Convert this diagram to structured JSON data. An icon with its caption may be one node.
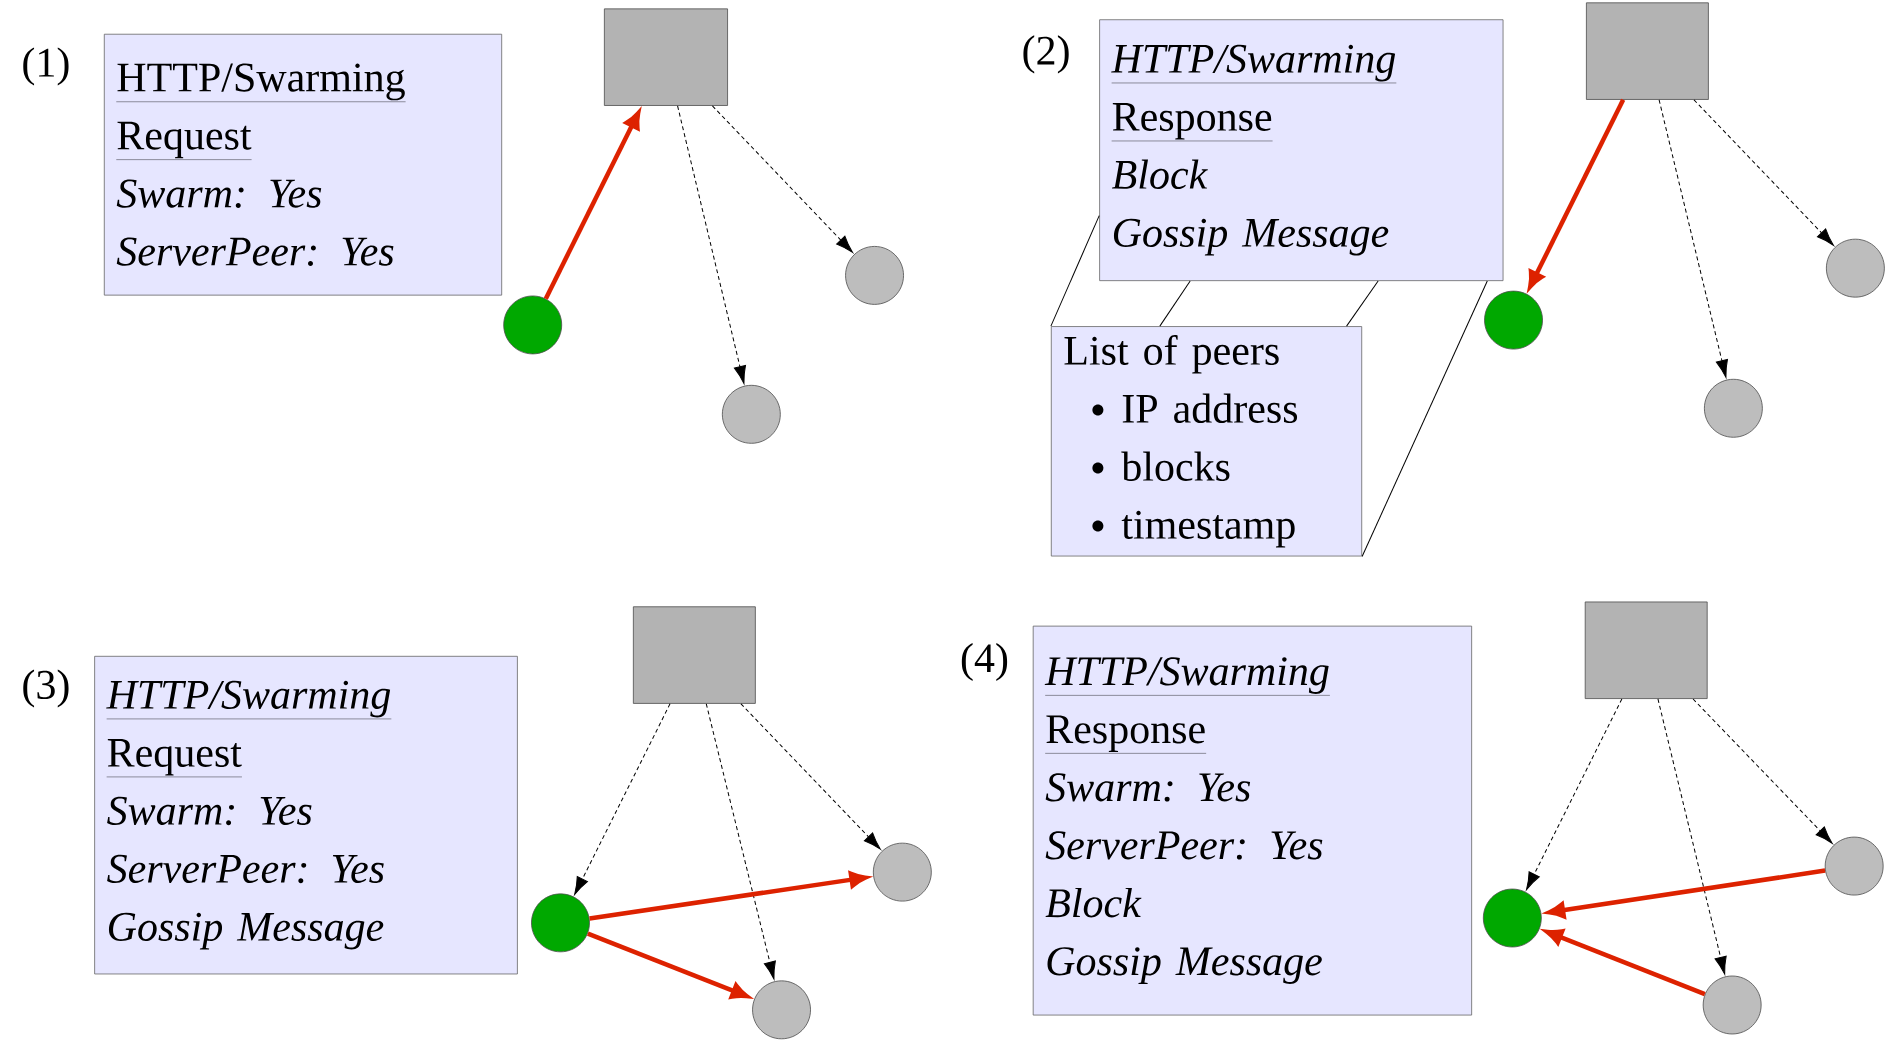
{
  "diagram": {
    "nodes": [
      {
        "text": [
          "HTTP/Swarming",
          "Request",
          "Swarm: Yes",
          "ServerPeer: Yes"
        ],
        "beside": [
          "(1)"
        ]
      },
      {
        "text": [],
        "shape": "box"
      },
      {
        "text": [],
        "shape": "circle"
      },
      {
        "text": [],
        "shape": "circle"
      },
      {
        "text": [],
        "shape": "circle"
      },
      {
        "text": [
          "HTTP/Swarming",
          "Response",
          "Block",
          "Gossip Message"
        ],
        "beside": [
          "(2)"
        ]
      },
      {
        "text": [
          "List of peers",
          "IP address",
          "blocks",
          "timestamp"
        ]
      },
      {
        "text": [],
        "shape": "box"
      },
      {
        "text": [],
        "shape": "circle"
      },
      {
        "text": [],
        "shape": "circle"
      },
      {
        "text": [],
        "shape": "circle"
      },
      {
        "text": [
          "HTTP/Swarming",
          "Request",
          "Swarm: Yes",
          "ServerPeer: Yes",
          "Gossip Message"
        ],
        "beside": [
          "(3)"
        ]
      },
      {
        "text": [],
        "shape": "box"
      },
      {
        "text": [],
        "shape": "circle"
      },
      {
        "text": [],
        "shape": "circle"
      },
      {
        "text": [],
        "shape": "circle"
      },
      {
        "text": [
          "HTTP/Swarming",
          "Response",
          "Swarm: Yes",
          "ServerPeer: Yes",
          "Block",
          "Gossip Message"
        ],
        "beside": [
          "(4)"
        ]
      },
      {
        "text": [],
        "shape": "box"
      },
      {
        "text": [],
        "shape": "circle"
      },
      {
        "text": [],
        "shape": "circle"
      },
      {
        "text": [],
        "shape": "circle"
      }
    ],
    "edges": [
      {
        "from": 2,
        "to": 1,
        "arrow": "to",
        "style": "thick",
        "color": "#dd2200"
      },
      {
        "from": 1,
        "to": 3,
        "arrow": "to",
        "style": "dashed"
      },
      {
        "from": 1,
        "to": 4,
        "arrow": "to",
        "style": "dashed"
      },
      {
        "from": 5,
        "to": 6,
        "arrow": "none"
      },
      {
        "from": 5,
        "to": 6,
        "arrow": "none"
      },
      {
        "from": 5,
        "to": 6,
        "arrow": "none"
      },
      {
        "from": 5,
        "to": 6,
        "arrow": "none"
      },
      {
        "from": 7,
        "to": 8,
        "arrow": "to",
        "style": "thick",
        "color": "#dd2200"
      },
      {
        "from": 7,
        "to": 9,
        "arrow": "to",
        "style": "dashed"
      },
      {
        "from": 7,
        "to": 10,
        "arrow": "to",
        "style": "dashed"
      },
      {
        "from": 12,
        "to": 13,
        "arrow": "to",
        "style": "dashed"
      },
      {
        "from": 12,
        "to": 14,
        "arrow": "to",
        "style": "dashed"
      },
      {
        "from": 12,
        "to": 15,
        "arrow": "to",
        "style": "dashed"
      },
      {
        "from": 13,
        "to": 14,
        "arrow": "to",
        "style": "thick",
        "color": "#dd2200"
      },
      {
        "from": 13,
        "to": 15,
        "arrow": "to",
        "style": "thick",
        "color": "#dd2200"
      },
      {
        "from": 17,
        "to": 18,
        "arrow": "to",
        "style": "dashed"
      },
      {
        "from": 17,
        "to": 19,
        "arrow": "to",
        "style": "dashed"
      },
      {
        "from": 17,
        "to": 20,
        "arrow": "to",
        "style": "dashed"
      },
      {
        "from": 19,
        "to": 18,
        "arrow": "to",
        "style": "thick",
        "color": "#dd2200"
      },
      {
        "from": 20,
        "to": 18,
        "arrow": "to",
        "style": "thick",
        "color": "#dd2200"
      }
    ]
  }
}
